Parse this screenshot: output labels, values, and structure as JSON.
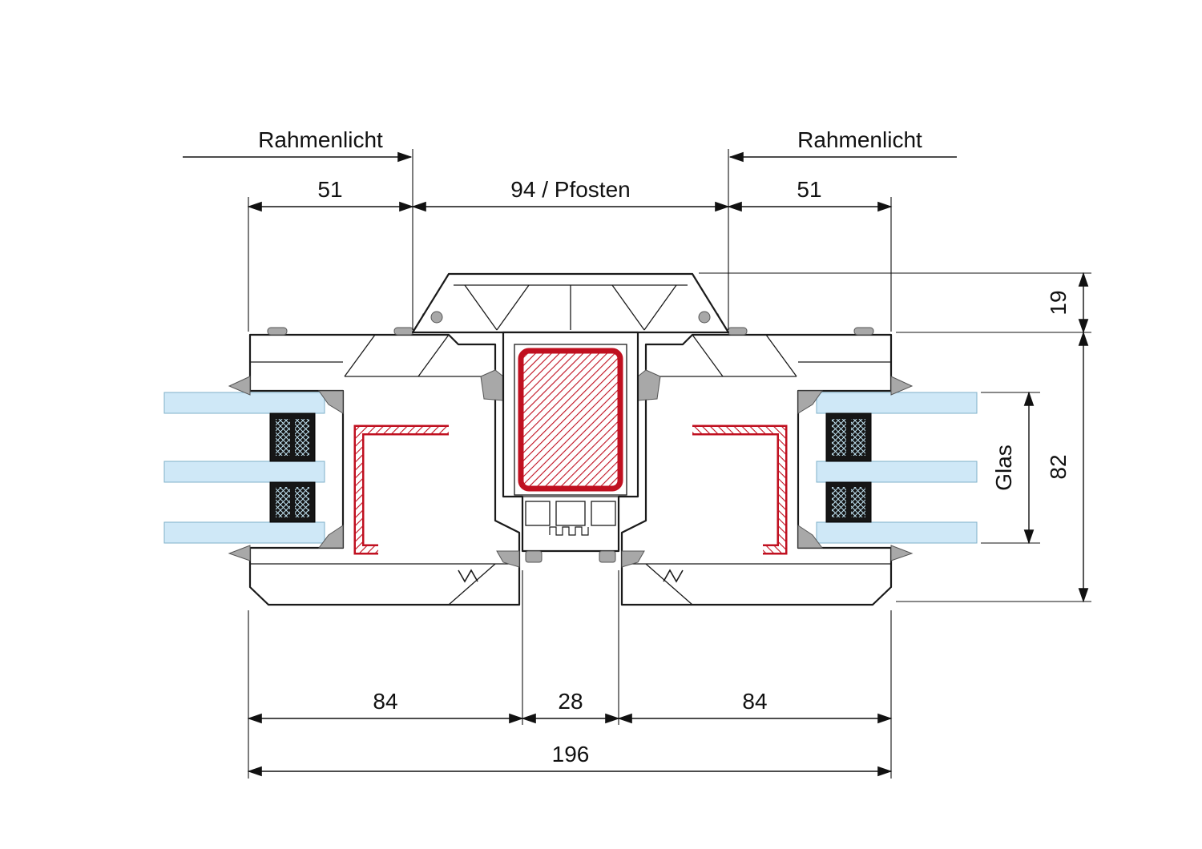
{
  "dimensions": {
    "rahmenlicht_left": "Rahmenlicht",
    "rahmenlicht_right": "Rahmenlicht",
    "frame_light_left": "51",
    "pfosten_width": "94 / Pfosten",
    "frame_light_right": "51",
    "cap_height": "19",
    "profile_height": "82",
    "glas": "Glas",
    "sash_left_width": "84",
    "mullion_foot_width": "28",
    "sash_right_width": "84",
    "total_width": "196"
  },
  "colors": {
    "line": "#1a1a1a",
    "steel_red": "#c01020",
    "glass_blue": "#cfe8f7",
    "gasket_gray": "#a8a8a8",
    "background": "#ffffff"
  }
}
